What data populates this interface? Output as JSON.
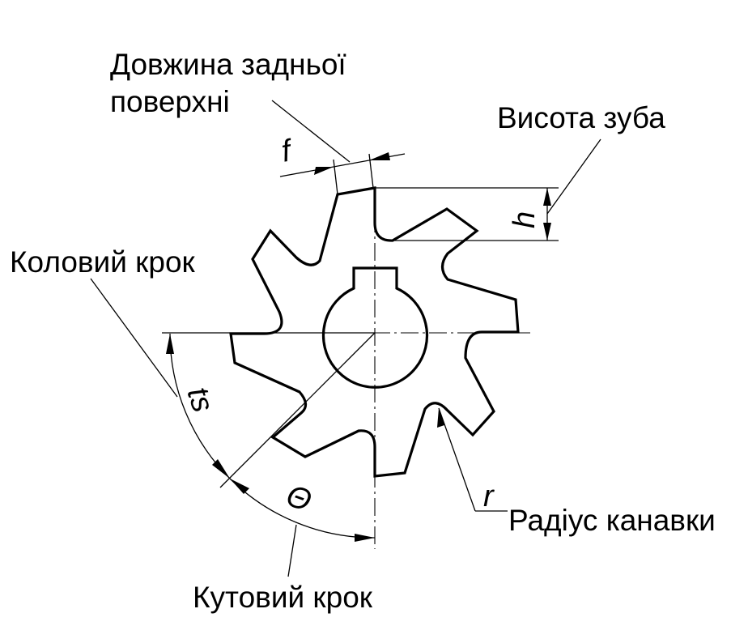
{
  "labels": {
    "back_surface_length": [
      "Довжина задньої",
      "поверхні"
    ],
    "tooth_height": "Висота зуба",
    "circular_pitch": "Коловий крок",
    "angular_pitch": "Кутовий крок",
    "groove_radius": "Радіус канавки"
  },
  "symbols": {
    "f": "f",
    "h": "h",
    "ts": "ts",
    "theta": "Θ",
    "r": "r"
  }
}
